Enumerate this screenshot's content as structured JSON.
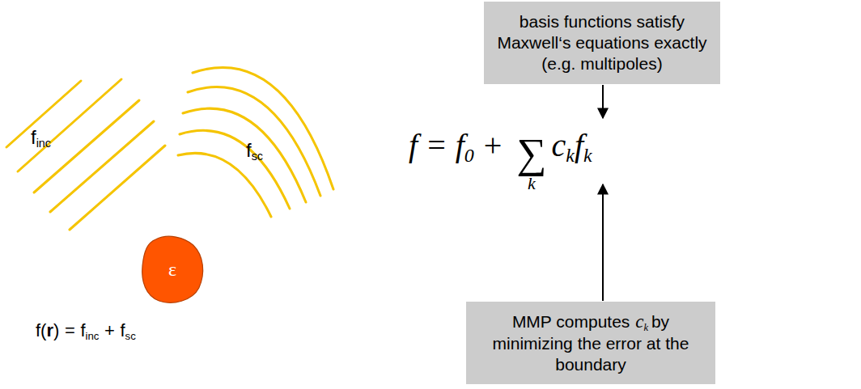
{
  "diagram": {
    "nodes": [
      {
        "text": [
          "ε"
        ]
      },
      {
        "text": [
          "basis functions satisfy Maxwell‘s equations exactly (e.g. multipoles)"
        ]
      },
      {
        "text": [
          "MMP computes",
          "c",
          "k",
          "by minimizing the error at the boundary"
        ]
      }
    ],
    "labels": [
      "f",
      "inc",
      "f",
      "sc",
      "f(",
      "r",
      ")",
      "=",
      "f",
      "inc",
      "+",
      "f",
      "sc",
      "f",
      "=",
      "f",
      "0",
      "+",
      "∑",
      "k",
      "c",
      "k",
      "f",
      "k"
    ]
  }
}
